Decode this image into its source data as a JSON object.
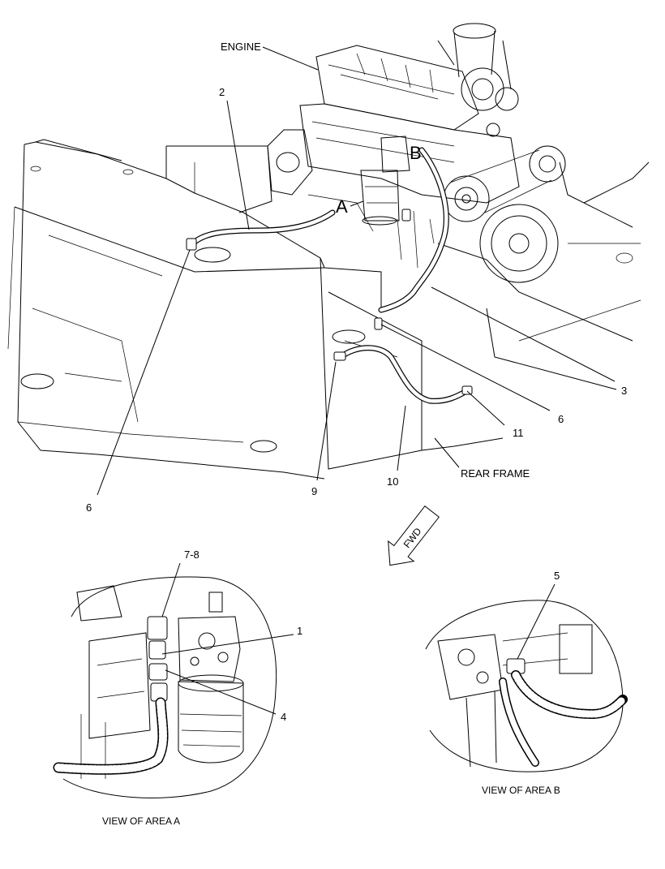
{
  "labels": {
    "engine": "ENGINE",
    "rear_frame": "REAR FRAME",
    "fwd": "FWD",
    "area_a": "A",
    "area_b": "B",
    "view_a": "VIEW OF AREA  A",
    "view_b": "VIEW OF AREA  B"
  },
  "callouts": {
    "c1": "1",
    "c2": "2",
    "c3": "3",
    "c4": "4",
    "c5": "5",
    "c6_left": "6",
    "c6_right": "6",
    "c7_8": "7-8",
    "c9": "9",
    "c10": "10",
    "c11": "11"
  }
}
